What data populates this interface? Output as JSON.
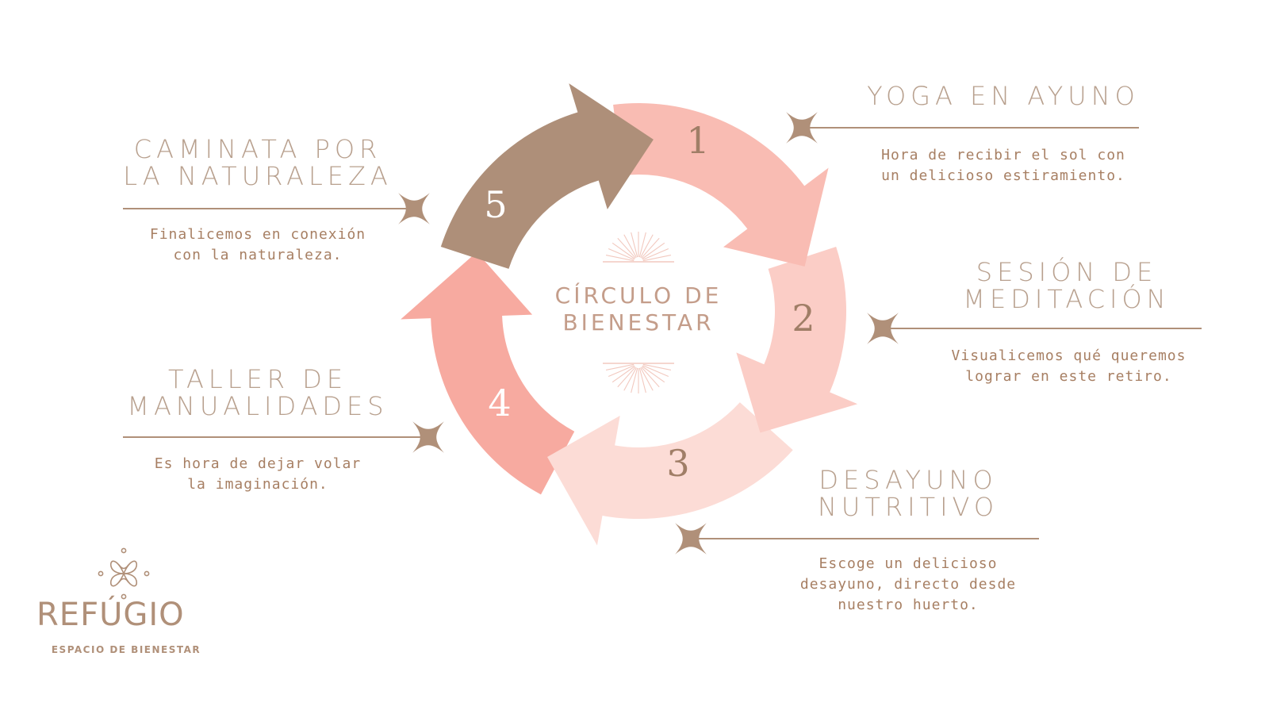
{
  "center": {
    "title": "CÍRCULO DE\nBIENESTAR"
  },
  "steps": [
    {
      "number": "1",
      "title": "YOGA EN AYUNO",
      "description": "Hora de recibir el sol con\nun delicioso estiramiento.",
      "color": "#f9bcb3"
    },
    {
      "number": "2",
      "title": "SESIÓN DE\nMEDITACIÓN",
      "description": "Visualicemos qué queremos\nlograr en este retiro.",
      "color": "#fbcdc6"
    },
    {
      "number": "3",
      "title": "DESAYUNO\nNUTRITIVO",
      "description": "Escoge un delicioso\ndesayuno, directo desde\nnuestro huerto.",
      "color": "#fcdcd6"
    },
    {
      "number": "4",
      "title": "TALLER DE\nMANUALIDADES",
      "description": "Es hora de dejar volar\nla imaginación.",
      "color": "#f7aaa0"
    },
    {
      "number": "5",
      "title": "CAMINATA POR\nLA NATURALEZA",
      "description": "Finalicemos en conexión\ncon la naturaleza.",
      "color": "#ae8f79"
    }
  ],
  "logo": {
    "name": "REFÚGIO",
    "tagline": "ESPACIO DE BIENESTAR"
  },
  "colors": {
    "accent": "#b09079",
    "title_text": "#b8a08e",
    "description_text": "#a77f63",
    "number_light": "#ffffff",
    "number_dark": "#a07e67"
  }
}
